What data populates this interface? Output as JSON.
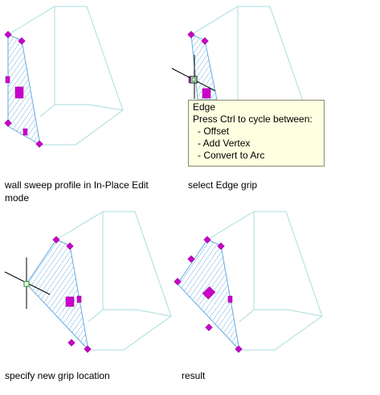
{
  "captions": {
    "step1": "wall sweep profile in In-Place Edit mode",
    "step2": "select Edge grip",
    "step3": "specify new grip location",
    "step4": "result"
  },
  "tooltip": {
    "title": "Edge",
    "line2": "Press Ctrl to cycle between:",
    "options": [
      "- Offset",
      "- Add Vertex",
      "- Convert to Arc"
    ]
  },
  "colors": {
    "wireframe": "#a8dcdc",
    "hatch": "#6aaae0",
    "grip": "#cc00cc",
    "active_grip": "#cc00cc",
    "tooltip_bg": "#ffffe1"
  }
}
